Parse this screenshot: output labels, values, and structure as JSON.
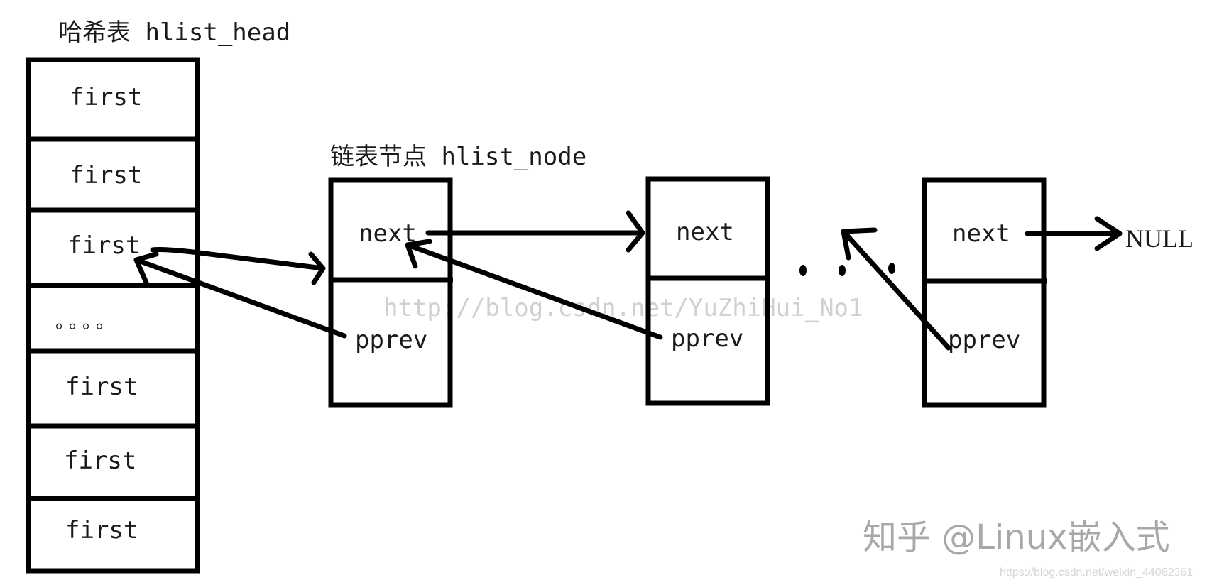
{
  "hash_table": {
    "title": "哈希表 hlist_head",
    "cells": [
      "first",
      "first",
      "first",
      "。。。。",
      "first",
      "first",
      "first"
    ]
  },
  "node_section": {
    "title": "链表节点 hlist_node"
  },
  "nodes": [
    {
      "next": "next",
      "pprev": "pprev"
    },
    {
      "next": "next",
      "pprev": "pprev"
    },
    {
      "next": "next",
      "pprev": "pprev"
    }
  ],
  "ellipsis": ". . .",
  "null_label": "NULL",
  "watermarks": {
    "center": "http://blog.csdn.net/YuZhiHui_No1",
    "zhihu": "知乎 @Linux嵌入式",
    "csdn": "https://blog.csdn.net/weixin_44062361"
  }
}
